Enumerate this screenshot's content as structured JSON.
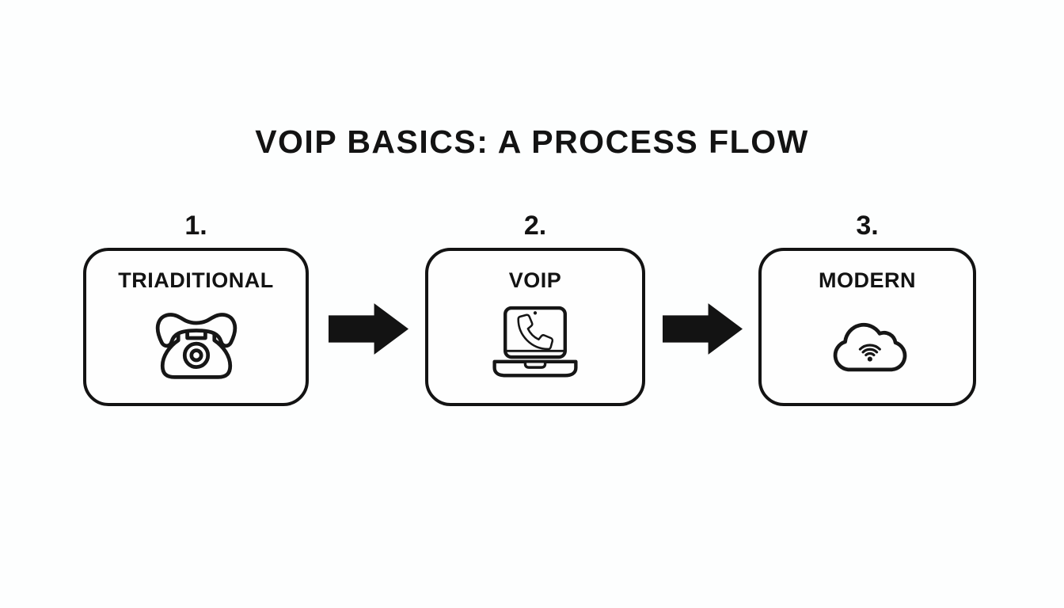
{
  "title": "VOIP BASICS: A PROCESS FLOW",
  "steps": [
    {
      "number": "1.",
      "label": "TRIADITIONAL",
      "icon": "rotary-phone"
    },
    {
      "number": "2.",
      "label": "VOIP",
      "icon": "laptop-call"
    },
    {
      "number": "3.",
      "label": "MODERN",
      "icon": "cloud-wifi"
    }
  ],
  "connectors": [
    {
      "icon": "arrow-right"
    },
    {
      "icon": "arrow-right"
    }
  ],
  "colors": {
    "ink": "#131313",
    "background": "#fdfefe"
  }
}
